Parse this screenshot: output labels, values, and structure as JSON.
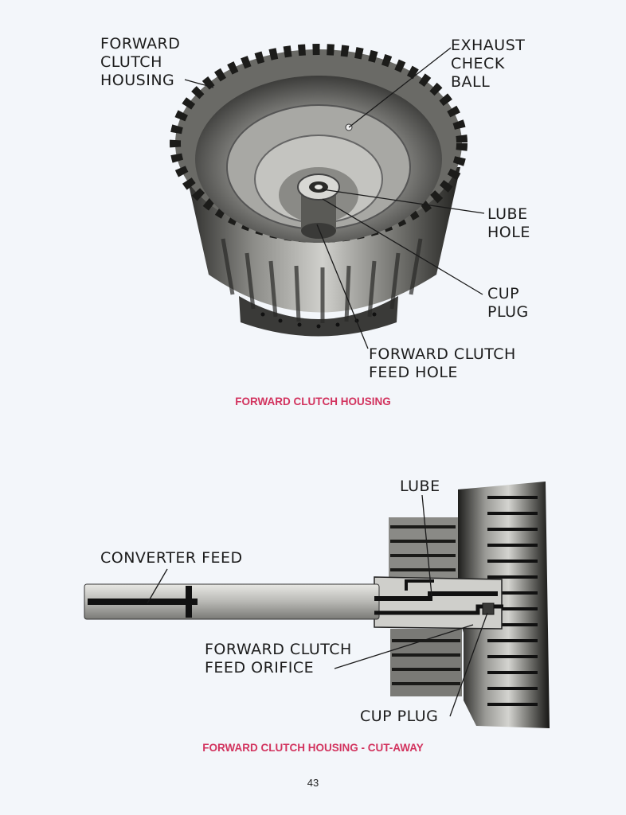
{
  "figure1": {
    "labels": {
      "forward_clutch_housing": "FORWARD\nCLUTCH\nHOUSING",
      "exhaust_check_ball": "EXHAUST\nCHECK\nBALL",
      "lube_hole": "LUBE\nHOLE",
      "cup_plug": "CUP\nPLUG",
      "forward_clutch_feed_hole": "FORWARD CLUTCH\nFEED HOLE"
    },
    "caption": "FORWARD CLUTCH HOUSING"
  },
  "figure2": {
    "labels": {
      "lube": "LUBE",
      "converter_feed": "CONVERTER FEED",
      "forward_clutch_feed_orifice": "FORWARD CLUTCH\nFEED ORIFICE",
      "cup_plug": "CUP PLUG"
    },
    "caption": "FORWARD CLUTCH HOUSING - CUT-AWAY"
  },
  "page_number": "43",
  "colors": {
    "caption": "#d2335e",
    "background": "#f3f6fa",
    "text": "#1c1c1c"
  }
}
